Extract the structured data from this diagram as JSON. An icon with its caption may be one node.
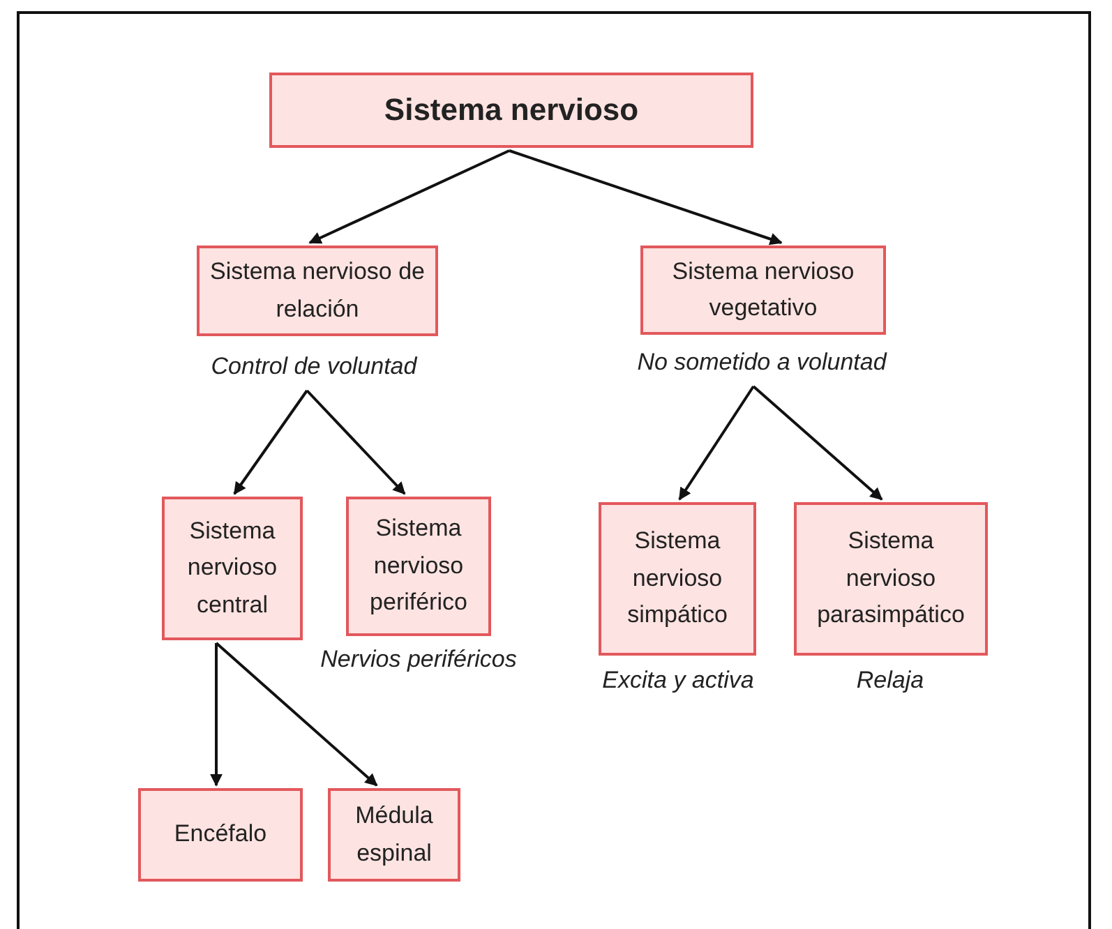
{
  "diagram": {
    "nodes": [
      {
        "text": [
          "Sistema nervioso"
        ]
      },
      {
        "text": [
          "Sistema nervioso de relación"
        ],
        "beside": [
          "Control de voluntad"
        ]
      },
      {
        "text": [
          "Sistema nervioso vegetativo"
        ],
        "beside": [
          "No sometido a voluntad"
        ]
      },
      {
        "text": [
          "Sistema nervioso central"
        ]
      },
      {
        "text": [
          "Sistema nervioso periférico"
        ],
        "beside": [
          "Nervios periféricos"
        ]
      },
      {
        "text": [
          "Sistema nervioso simpático"
        ],
        "beside": [
          "Excita y activa"
        ]
      },
      {
        "text": [
          "Sistema nervioso parasimpático"
        ],
        "beside": [
          "Relaja"
        ]
      },
      {
        "text": [
          "Encéfalo"
        ]
      },
      {
        "text": [
          "Médula espinal"
        ]
      }
    ],
    "edges": [
      {
        "from": 0,
        "to": 1,
        "arrow": "to"
      },
      {
        "from": 0,
        "to": 2,
        "arrow": "to"
      },
      {
        "from": 1,
        "to": 3,
        "arrow": "to"
      },
      {
        "from": 1,
        "to": 4,
        "arrow": "to"
      },
      {
        "from": 2,
        "to": 5,
        "arrow": "to"
      },
      {
        "from": 2,
        "to": 6,
        "arrow": "to"
      },
      {
        "from": 3,
        "to": 7,
        "arrow": "to"
      },
      {
        "from": 3,
        "to": 8,
        "arrow": "to"
      }
    ]
  }
}
